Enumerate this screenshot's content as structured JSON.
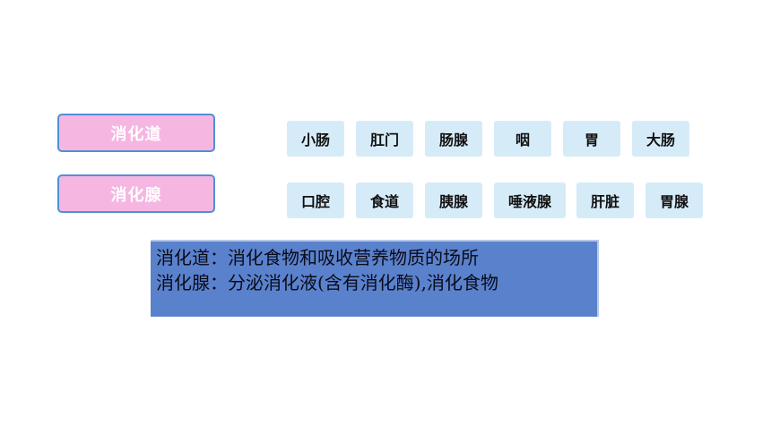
{
  "categories": {
    "tract": "消化道",
    "gland": "消化腺"
  },
  "row1": [
    "小肠",
    "肛门",
    "肠腺",
    "咽",
    "胃",
    "大肠"
  ],
  "row2": [
    "口腔",
    "食道",
    "胰腺",
    "唾液腺",
    "肝脏",
    "胃腺"
  ],
  "info": {
    "line1": "消化道：消化食物和吸收营养物质的场所",
    "line2": "消化腺：分泌消化液(含有消化酶),消化食物"
  },
  "colors": {
    "category_fill": "#f6b6e2",
    "category_border": "#4f8fd6",
    "item_fill": "#d6ebf8",
    "info_fill": "#5a82cc"
  }
}
